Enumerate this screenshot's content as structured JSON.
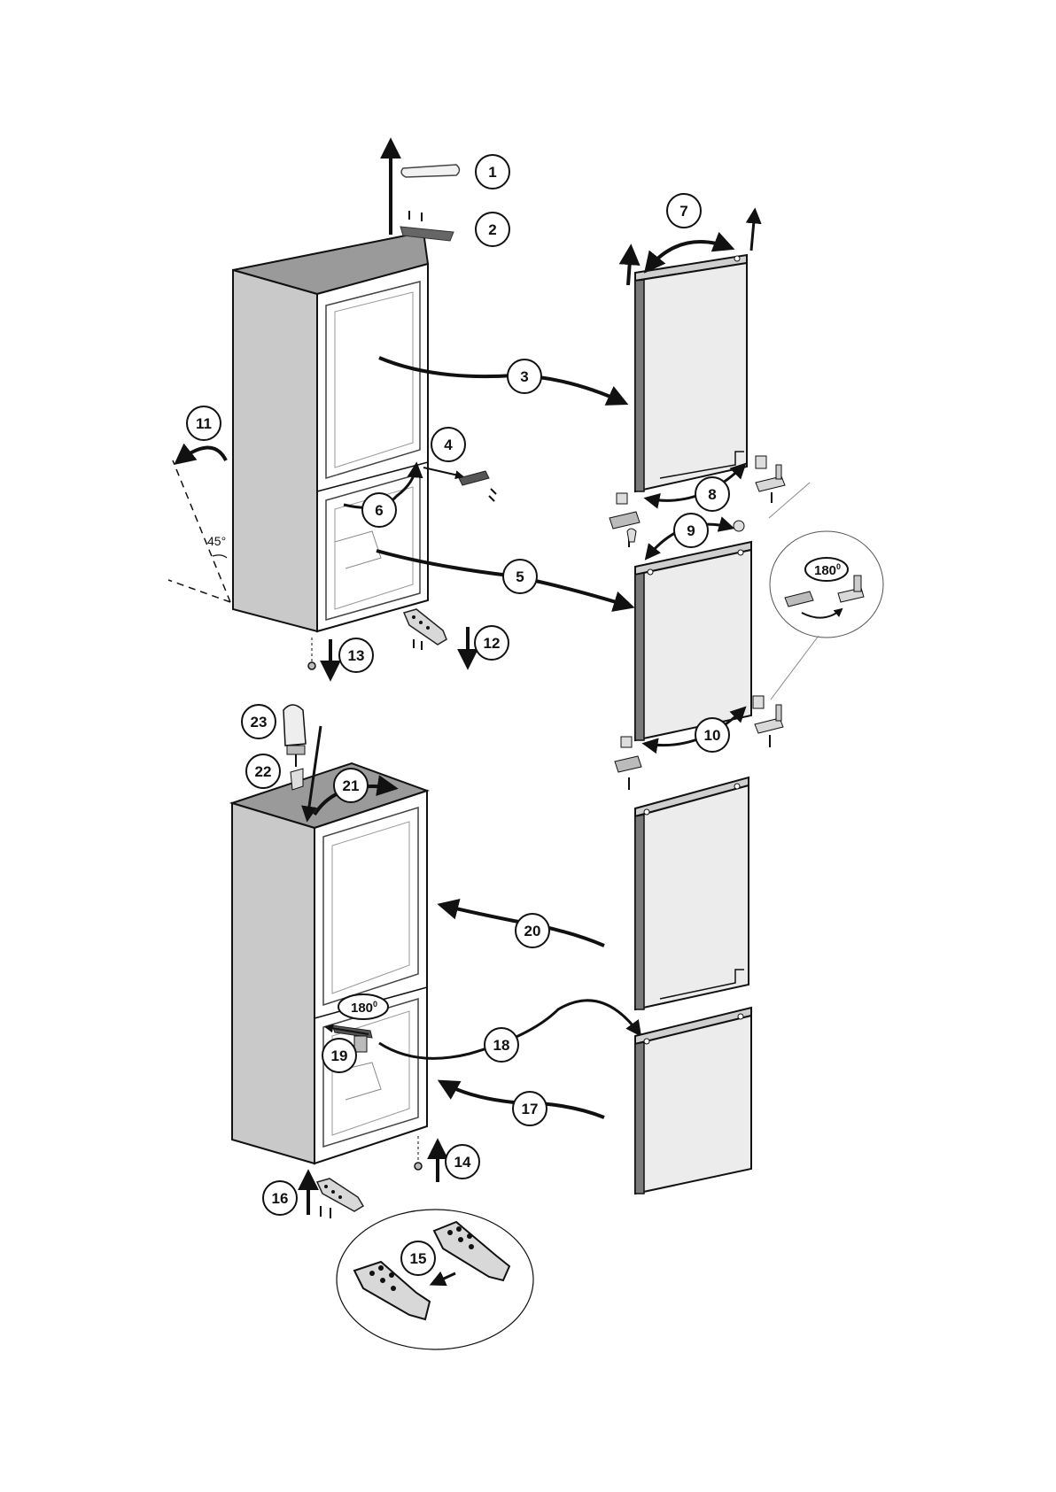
{
  "diagram": {
    "steps": [
      "1",
      "2",
      "3",
      "4",
      "5",
      "6",
      "7",
      "8",
      "9",
      "10",
      "11",
      "12",
      "13",
      "14",
      "15",
      "16",
      "17",
      "18",
      "19",
      "20",
      "21",
      "22",
      "23"
    ],
    "angle": "45°",
    "rotation": {
      "value": "180",
      "unit": "0"
    }
  },
  "colors": {
    "line": "#111111",
    "cabinet_side": "#c9c9c9",
    "cabinet_top": "#9a9a9a",
    "door_face": "#ececec",
    "door_edge": "#7a7a7a",
    "part_fill": "#d8d8d8",
    "bracket_dark": "#5c5c5c"
  },
  "icons": [
    "arrow-icon",
    "curved-arrow-icon",
    "hinge-icon",
    "screw-icon",
    "magnifier-circle-icon"
  ]
}
